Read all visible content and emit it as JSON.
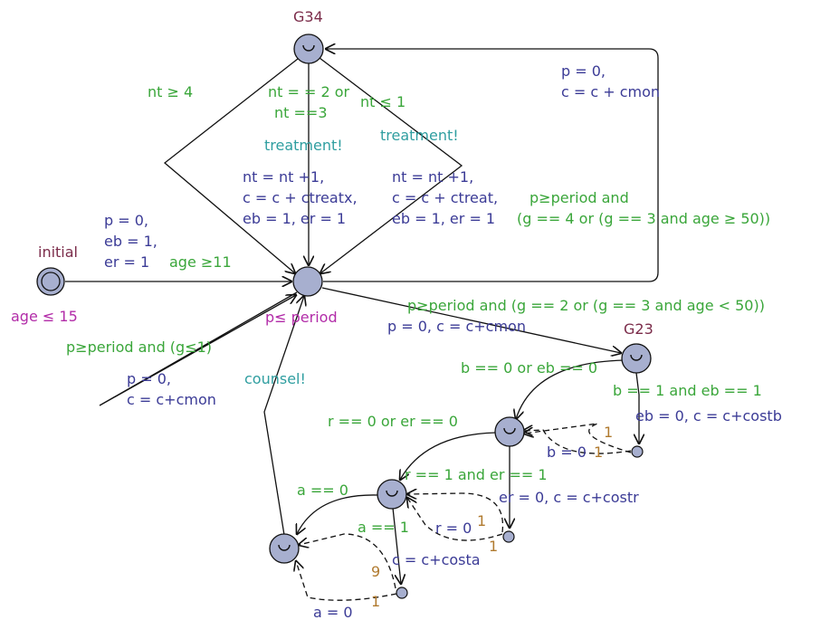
{
  "locations": {
    "g34": "G34",
    "initial": "initial",
    "g23": "G23"
  },
  "invariants": {
    "initial": "age ≤ 15",
    "main": "p≤ period"
  },
  "edges": {
    "init_reset": [
      "p = 0,",
      "eb = 1,",
      "er = 1"
    ],
    "init_guard": "age ≥11",
    "g34_nt4": "nt ≥ 4",
    "g34_nt23": [
      "nt = = 2 or",
      "nt ==3"
    ],
    "g34_nt1": "nt ≤ 1",
    "treatment_left": "treatment!",
    "treatment_right": "treatment!",
    "assign_treatx": [
      "nt = nt +1,",
      "c = c + ctreatx,",
      "eb = 1, er = 1"
    ],
    "assign_treat": [
      "nt = nt +1,",
      "c = c + ctreat,",
      "eb = 1, er = 1"
    ],
    "return_top": [
      "p = 0,",
      "c = c + cmon"
    ],
    "guard_g34": [
      "p≥period and",
      "(g == 4 or (g == 3 and age ≥ 50))"
    ],
    "guard_g23": "p≥period and (g == 2 or (g == 3 and age < 50))",
    "assign_g23": "p = 0, c = c+cmon",
    "guard_left_loop": "p≥period and (g≤1)",
    "assign_left_loop": [
      "p = 0,",
      "c = c+cmon"
    ],
    "counsel": "counsel!",
    "b_eb_zero": "b == 0 or eb == 0",
    "b_eb_one": "b == 1 and eb == 1",
    "assign_costb": "eb = 0, c = c+costb",
    "b_zero": "b = 0",
    "r_er_zero": "r == 0 or er == 0",
    "r_er_one": "r == 1 and er == 1",
    "assign_costr": "er = 0, c = c+costr",
    "r_zero": "r = 0",
    "a_zero_guard": "a == 0",
    "a_one_guard": "a == 1",
    "assign_costa": "c = c+costa",
    "a_zero_assign": "a = 0"
  },
  "probabilities": {
    "b_p1": "1",
    "b_p2": "1",
    "r_p1": "1",
    "r_p2": "1",
    "a_p9": "9",
    "a_p1": "1"
  },
  "colors": {
    "location_name": "#7b2c4a",
    "guard": "#3aa63a",
    "assignment": "#3b3b96",
    "sync": "#2f9ea0",
    "invariant": "#b22ca8",
    "probability": "#b07a2f",
    "location_fill": "#a7afcf"
  }
}
